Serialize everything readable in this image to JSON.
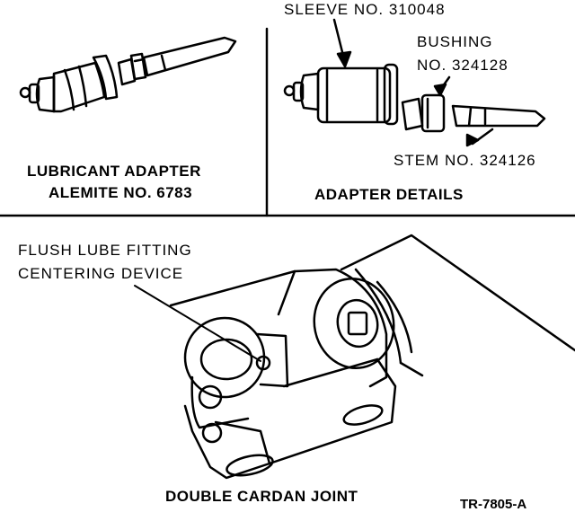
{
  "labels": {
    "sleeve": "SLEEVE NO. 310048",
    "bushing_line1": "BUSHING",
    "bushing_line2": "NO. 324128",
    "stem": "STEM NO. 324126",
    "lubricant_line1": "LUBRICANT ADAPTER",
    "lubricant_line2": "ALEMITE NO. 6783",
    "adapter_details": "ADAPTER DETAILS",
    "flush_line1": "FLUSH LUBE FITTING",
    "flush_line2": "CENTERING DEVICE",
    "double_cardan": "DOUBLE CARDAN JOINT",
    "figure_code": "TR-7805-A"
  },
  "colors": {
    "ink": "#000000",
    "paper": "#ffffff"
  }
}
